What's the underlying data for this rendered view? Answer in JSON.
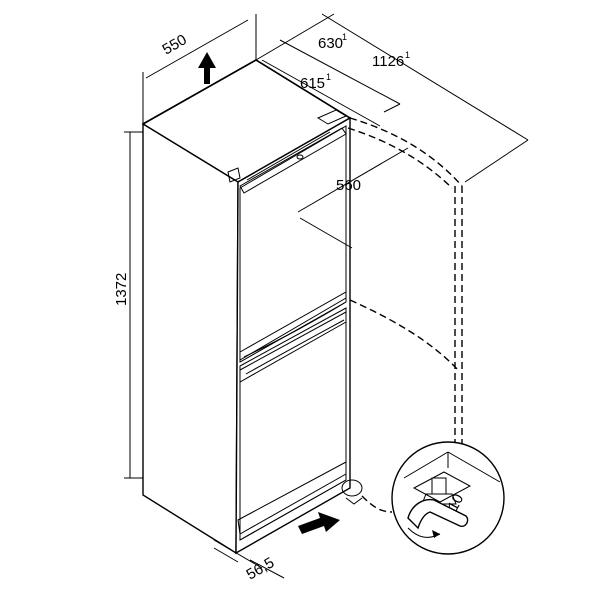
{
  "dimensions": {
    "width": "550",
    "depth_door_open": "1126",
    "depth_door_open_sup": "1",
    "depth_total": "630",
    "depth_total_sup": "1",
    "depth_body": "615",
    "depth_body_sup": "1",
    "door_opening": "560",
    "height": "1372",
    "bottom_clearance": "56,5",
    "wrench_size": "10"
  }
}
